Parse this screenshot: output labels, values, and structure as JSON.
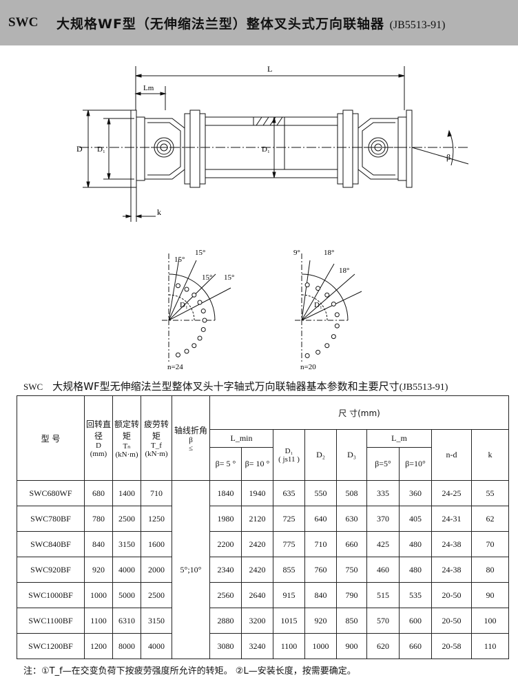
{
  "header": {
    "code": "SWC",
    "title": "大规格WF型（无伸缩法兰型）整体叉头式万向联轴器",
    "standard": "(JB5513-91)"
  },
  "drawing": {
    "dim_L": "L",
    "dim_Lm": "Lm",
    "dim_D": "D",
    "dim_D1": "D₁",
    "dim_D1b": "D₁",
    "dim_k": "k",
    "dim_beta": "β"
  },
  "flange_n24": {
    "angle_a": "15°",
    "angle_b": "15°",
    "angle_c": "15°",
    "angle_d": "15°",
    "dia": "D₁",
    "count": "n=24"
  },
  "flange_n20": {
    "angle_a": "9°",
    "angle_b": "18°",
    "angle_c": "18°",
    "dia": "D₁",
    "count": "n=20"
  },
  "table_title": {
    "code": "SWC",
    "title": "大规格WF型无伸缩法兰型整体叉头十字轴式万向联轴器基本参数和主要尺寸",
    "standard": "(JB5513-91)"
  },
  "table": {
    "headers": {
      "model": "型  号",
      "D_cn": "回转直径",
      "D_sym": "D",
      "D_unit": "(mm)",
      "Tn_cn": "额定转矩",
      "Tn_sym": "Tₙ",
      "Tn_unit": "(kN·m)",
      "Tf_cn": "疲劳转矩",
      "Tf_sym": "T_f",
      "Tf_unit": "(kN·m)",
      "beta_cn": "轴线折角",
      "beta_sym": "β",
      "beta_le": "≤",
      "dims": "尺    寸(mm)",
      "Lmin": "L_min",
      "Lmin_a": "β= 5 °",
      "Lmin_b": "β= 10 °",
      "D1": "D₁",
      "D1_tol": "( js11 )",
      "D2": "D₂",
      "D3": "D₃",
      "Lm": "L_m",
      "Lm_a": "β=5°",
      "Lm_b": "β=10°",
      "nd": "n-d",
      "k": "k"
    },
    "beta_value": "5°;10°",
    "rows": [
      {
        "model": "SWC680WF",
        "D": "680",
        "Tn": "1400",
        "Tf": "710",
        "L5": "1840",
        "L10": "1940",
        "D1": "635",
        "D2": "550",
        "D3": "508",
        "Lm5": "335",
        "Lm10": "360",
        "nd": "24-25",
        "k": "55"
      },
      {
        "model": "SWC780BF",
        "D": "780",
        "Tn": "2500",
        "Tf": "1250",
        "L5": "1980",
        "L10": "2120",
        "D1": "725",
        "D2": "640",
        "D3": "630",
        "Lm5": "370",
        "Lm10": "405",
        "nd": "24-31",
        "k": "62"
      },
      {
        "model": "SWC840BF",
        "D": "840",
        "Tn": "3150",
        "Tf": "1600",
        "L5": "2200",
        "L10": "2420",
        "D1": "775",
        "D2": "710",
        "D3": "660",
        "Lm5": "425",
        "Lm10": "480",
        "nd": "24-38",
        "k": "70"
      },
      {
        "model": "SWC920BF",
        "D": "920",
        "Tn": "4000",
        "Tf": "2000",
        "L5": "2340",
        "L10": "2420",
        "D1": "855",
        "D2": "760",
        "D3": "750",
        "Lm5": "460",
        "Lm10": "480",
        "nd": "24-38",
        "k": "80"
      },
      {
        "model": "SWC1000BF",
        "D": "1000",
        "Tn": "5000",
        "Tf": "2500",
        "L5": "2560",
        "L10": "2640",
        "D1": "915",
        "D2": "840",
        "D3": "790",
        "Lm5": "515",
        "Lm10": "535",
        "nd": "20-50",
        "k": "90"
      },
      {
        "model": "SWC1100BF",
        "D": "1100",
        "Tn": "6310",
        "Tf": "3150",
        "L5": "2880",
        "L10": "3200",
        "D1": "1015",
        "D2": "920",
        "D3": "850",
        "Lm5": "570",
        "Lm10": "600",
        "nd": "20-50",
        "k": "100"
      },
      {
        "model": "SWC1200BF",
        "D": "1200",
        "Tn": "8000",
        "Tf": "4000",
        "L5": "3080",
        "L10": "3240",
        "D1": "1100",
        "D2": "1000",
        "D3": "900",
        "Lm5": "620",
        "Lm10": "660",
        "nd": "20-58",
        "k": "110"
      }
    ]
  },
  "footnote": "注：①T_f—在交变负荷下按疲劳强度所允许的转矩。 ②L—安装长度，按需要确定。"
}
